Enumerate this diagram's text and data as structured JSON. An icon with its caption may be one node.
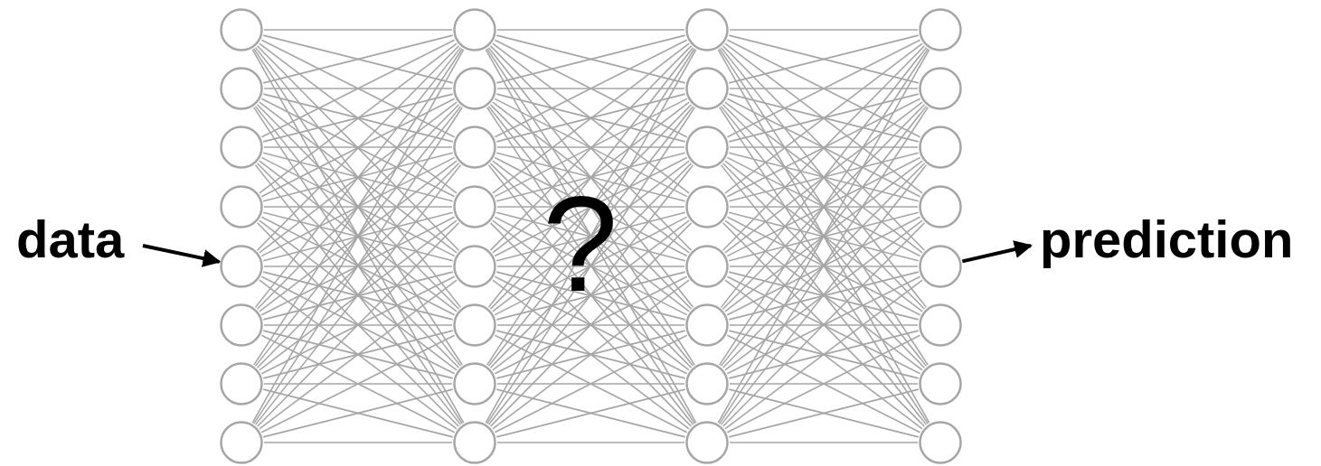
{
  "diagram": {
    "nodes": [
      {
        "text": [
          "data"
        ]
      },
      {
        "text": [],
        "shape": "circle"
      },
      {
        "text": [],
        "shape": "circle"
      },
      {
        "text": [],
        "shape": "circle"
      },
      {
        "text": [],
        "shape": "circle"
      },
      {
        "text": [],
        "shape": "circle"
      },
      {
        "text": [],
        "shape": "circle"
      },
      {
        "text": [],
        "shape": "circle"
      },
      {
        "text": [],
        "shape": "circle"
      },
      {
        "text": [],
        "shape": "circle"
      },
      {
        "text": [],
        "shape": "circle"
      },
      {
        "text": [],
        "shape": "circle"
      },
      {
        "text": [],
        "shape": "circle"
      },
      {
        "text": [],
        "shape": "circle"
      },
      {
        "text": [],
        "shape": "circle"
      },
      {
        "text": [],
        "shape": "circle"
      },
      {
        "text": [],
        "shape": "circle"
      },
      {
        "text": [],
        "shape": "circle"
      },
      {
        "text": [],
        "shape": "circle"
      },
      {
        "text": [],
        "shape": "circle"
      },
      {
        "text": [],
        "shape": "circle"
      },
      {
        "text": [],
        "shape": "circle"
      },
      {
        "text": [],
        "shape": "circle"
      },
      {
        "text": [],
        "shape": "circle"
      },
      {
        "text": [],
        "shape": "circle"
      },
      {
        "text": [],
        "shape": "circle"
      },
      {
        "text": [],
        "shape": "circle"
      },
      {
        "text": [],
        "shape": "circle"
      },
      {
        "text": [],
        "shape": "circle"
      },
      {
        "text": [],
        "shape": "circle"
      },
      {
        "text": [],
        "shape": "circle"
      },
      {
        "text": [],
        "shape": "circle"
      },
      {
        "text": [],
        "shape": "circle"
      },
      {
        "text": [
          "prediction"
        ]
      }
    ],
    "edges": [
      {
        "from": 0,
        "to": 5,
        "arrow": "to",
        "style": "thick",
        "color": "#000000"
      },
      {
        "from": 1,
        "to": 9,
        "arrow": "none"
      },
      {
        "from": 1,
        "to": 10,
        "arrow": "none"
      },
      {
        "from": 1,
        "to": 11,
        "arrow": "none"
      },
      {
        "from": 1,
        "to": 12,
        "arrow": "none"
      },
      {
        "from": 1,
        "to": 13,
        "arrow": "none"
      },
      {
        "from": 1,
        "to": 14,
        "arrow": "none"
      },
      {
        "from": 1,
        "to": 15,
        "arrow": "none"
      },
      {
        "from": 1,
        "to": 16,
        "arrow": "none"
      },
      {
        "from": 2,
        "to": 9,
        "arrow": "none"
      },
      {
        "from": 2,
        "to": 10,
        "arrow": "none"
      },
      {
        "from": 2,
        "to": 11,
        "arrow": "none"
      },
      {
        "from": 2,
        "to": 12,
        "arrow": "none"
      },
      {
        "from": 2,
        "to": 13,
        "arrow": "none"
      },
      {
        "from": 2,
        "to": 14,
        "arrow": "none"
      },
      {
        "from": 2,
        "to": 15,
        "arrow": "none"
      },
      {
        "from": 2,
        "to": 16,
        "arrow": "none"
      },
      {
        "from": 3,
        "to": 9,
        "arrow": "none"
      },
      {
        "from": 3,
        "to": 10,
        "arrow": "none"
      },
      {
        "from": 3,
        "to": 11,
        "arrow": "none"
      },
      {
        "from": 3,
        "to": 12,
        "arrow": "none"
      },
      {
        "from": 3,
        "to": 13,
        "arrow": "none"
      },
      {
        "from": 3,
        "to": 14,
        "arrow": "none"
      },
      {
        "from": 3,
        "to": 15,
        "arrow": "none"
      },
      {
        "from": 3,
        "to": 16,
        "arrow": "none"
      },
      {
        "from": 4,
        "to": 9,
        "arrow": "none"
      },
      {
        "from": 4,
        "to": 10,
        "arrow": "none"
      },
      {
        "from": 4,
        "to": 11,
        "arrow": "none"
      },
      {
        "from": 4,
        "to": 12,
        "arrow": "none"
      },
      {
        "from": 4,
        "to": 13,
        "arrow": "none"
      },
      {
        "from": 4,
        "to": 14,
        "arrow": "none"
      },
      {
        "from": 4,
        "to": 15,
        "arrow": "none"
      },
      {
        "from": 4,
        "to": 16,
        "arrow": "none"
      },
      {
        "from": 5,
        "to": 9,
        "arrow": "none"
      },
      {
        "from": 5,
        "to": 10,
        "arrow": "none"
      },
      {
        "from": 5,
        "to": 11,
        "arrow": "none"
      },
      {
        "from": 5,
        "to": 12,
        "arrow": "none"
      },
      {
        "from": 5,
        "to": 13,
        "arrow": "none"
      },
      {
        "from": 5,
        "to": 14,
        "arrow": "none"
      },
      {
        "from": 5,
        "to": 15,
        "arrow": "none"
      },
      {
        "from": 5,
        "to": 16,
        "arrow": "none"
      },
      {
        "from": 6,
        "to": 9,
        "arrow": "none"
      },
      {
        "from": 6,
        "to": 10,
        "arrow": "none"
      },
      {
        "from": 6,
        "to": 11,
        "arrow": "none"
      },
      {
        "from": 6,
        "to": 12,
        "arrow": "none"
      },
      {
        "from": 6,
        "to": 13,
        "arrow": "none"
      },
      {
        "from": 6,
        "to": 14,
        "arrow": "none"
      },
      {
        "from": 6,
        "to": 15,
        "arrow": "none"
      },
      {
        "from": 6,
        "to": 16,
        "arrow": "none"
      },
      {
        "from": 7,
        "to": 9,
        "arrow": "none"
      },
      {
        "from": 7,
        "to": 10,
        "arrow": "none"
      },
      {
        "from": 7,
        "to": 11,
        "arrow": "none"
      },
      {
        "from": 7,
        "to": 12,
        "arrow": "none"
      },
      {
        "from": 7,
        "to": 13,
        "arrow": "none"
      },
      {
        "from": 7,
        "to": 14,
        "arrow": "none"
      },
      {
        "from": 7,
        "to": 15,
        "arrow": "none"
      },
      {
        "from": 7,
        "to": 16,
        "arrow": "none"
      },
      {
        "from": 8,
        "to": 9,
        "arrow": "none"
      },
      {
        "from": 8,
        "to": 10,
        "arrow": "none"
      },
      {
        "from": 8,
        "to": 11,
        "arrow": "none"
      },
      {
        "from": 8,
        "to": 12,
        "arrow": "none"
      },
      {
        "from": 8,
        "to": 13,
        "arrow": "none"
      },
      {
        "from": 8,
        "to": 14,
        "arrow": "none"
      },
      {
        "from": 8,
        "to": 15,
        "arrow": "none"
      },
      {
        "from": 8,
        "to": 16,
        "arrow": "none"
      },
      {
        "from": 9,
        "to": 17,
        "arrow": "none"
      },
      {
        "from": 9,
        "to": 18,
        "arrow": "none"
      },
      {
        "from": 9,
        "to": 19,
        "arrow": "none"
      },
      {
        "from": 9,
        "to": 20,
        "arrow": "none"
      },
      {
        "from": 9,
        "to": 21,
        "arrow": "none"
      },
      {
        "from": 9,
        "to": 22,
        "arrow": "none"
      },
      {
        "from": 9,
        "to": 23,
        "arrow": "none"
      },
      {
        "from": 9,
        "to": 24,
        "arrow": "none"
      },
      {
        "from": 10,
        "to": 17,
        "arrow": "none"
      },
      {
        "from": 10,
        "to": 18,
        "arrow": "none"
      },
      {
        "from": 10,
        "to": 19,
        "arrow": "none"
      },
      {
        "from": 10,
        "to": 20,
        "arrow": "none"
      },
      {
        "from": 10,
        "to": 21,
        "arrow": "none"
      },
      {
        "from": 10,
        "to": 22,
        "arrow": "none"
      },
      {
        "from": 10,
        "to": 23,
        "arrow": "none"
      },
      {
        "from": 10,
        "to": 24,
        "arrow": "none"
      },
      {
        "from": 11,
        "to": 17,
        "arrow": "none"
      },
      {
        "from": 11,
        "to": 18,
        "arrow": "none"
      },
      {
        "from": 11,
        "to": 19,
        "arrow": "none"
      },
      {
        "from": 11,
        "to": 20,
        "arrow": "none"
      },
      {
        "from": 11,
        "to": 21,
        "arrow": "none"
      },
      {
        "from": 11,
        "to": 22,
        "arrow": "none"
      },
      {
        "from": 11,
        "to": 23,
        "arrow": "none"
      },
      {
        "from": 11,
        "to": 24,
        "arrow": "none"
      },
      {
        "from": 12,
        "to": 17,
        "arrow": "none"
      },
      {
        "from": 12,
        "to": 18,
        "arrow": "none"
      },
      {
        "from": 12,
        "to": 19,
        "arrow": "none"
      },
      {
        "from": 12,
        "to": 20,
        "arrow": "none"
      },
      {
        "from": 12,
        "to": 21,
        "arrow": "none"
      },
      {
        "from": 12,
        "to": 22,
        "arrow": "none"
      },
      {
        "from": 12,
        "to": 23,
        "arrow": "none"
      },
      {
        "from": 12,
        "to": 24,
        "arrow": "none"
      },
      {
        "from": 13,
        "to": 17,
        "arrow": "none"
      },
      {
        "from": 13,
        "to": 18,
        "arrow": "none"
      },
      {
        "from": 13,
        "to": 19,
        "arrow": "none"
      },
      {
        "from": 13,
        "to": 20,
        "arrow": "none"
      },
      {
        "from": 13,
        "to": 21,
        "arrow": "none"
      },
      {
        "from": 13,
        "to": 22,
        "arrow": "none"
      },
      {
        "from": 13,
        "to": 23,
        "arrow": "none"
      },
      {
        "from": 13,
        "to": 24,
        "arrow": "none"
      },
      {
        "from": 14,
        "to": 17,
        "arrow": "none"
      },
      {
        "from": 14,
        "to": 18,
        "arrow": "none"
      },
      {
        "from": 14,
        "to": 19,
        "arrow": "none"
      },
      {
        "from": 14,
        "to": 20,
        "arrow": "none"
      },
      {
        "from": 14,
        "to": 21,
        "arrow": "none"
      },
      {
        "from": 14,
        "to": 22,
        "arrow": "none"
      },
      {
        "from": 14,
        "to": 23,
        "arrow": "none"
      },
      {
        "from": 14,
        "to": 24,
        "arrow": "none"
      },
      {
        "from": 15,
        "to": 17,
        "arrow": "none"
      },
      {
        "from": 15,
        "to": 18,
        "arrow": "none"
      },
      {
        "from": 15,
        "to": 19,
        "arrow": "none"
      },
      {
        "from": 15,
        "to": 20,
        "arrow": "none"
      },
      {
        "from": 15,
        "to": 21,
        "arrow": "none"
      },
      {
        "from": 15,
        "to": 22,
        "arrow": "none"
      },
      {
        "from": 15,
        "to": 23,
        "arrow": "none"
      },
      {
        "from": 15,
        "to": 24,
        "arrow": "none"
      },
      {
        "from": 16,
        "to": 17,
        "arrow": "none"
      },
      {
        "from": 16,
        "to": 18,
        "arrow": "none"
      },
      {
        "from": 16,
        "to": 19,
        "arrow": "none"
      },
      {
        "from": 16,
        "to": 20,
        "arrow": "none"
      },
      {
        "from": 16,
        "to": 21,
        "arrow": "none"
      },
      {
        "from": 16,
        "to": 22,
        "arrow": "none"
      },
      {
        "from": 16,
        "to": 23,
        "arrow": "none"
      },
      {
        "from": 16,
        "to": 24,
        "arrow": "none"
      },
      {
        "from": 17,
        "to": 25,
        "arrow": "none"
      },
      {
        "from": 17,
        "to": 26,
        "arrow": "none"
      },
      {
        "from": 17,
        "to": 27,
        "arrow": "none"
      },
      {
        "from": 17,
        "to": 28,
        "arrow": "none"
      },
      {
        "from": 17,
        "to": 29,
        "arrow": "none"
      },
      {
        "from": 17,
        "to": 30,
        "arrow": "none"
      },
      {
        "from": 17,
        "to": 31,
        "arrow": "none"
      },
      {
        "from": 17,
        "to": 32,
        "arrow": "none"
      },
      {
        "from": 18,
        "to": 25,
        "arrow": "none"
      },
      {
        "from": 18,
        "to": 26,
        "arrow": "none"
      },
      {
        "from": 18,
        "to": 27,
        "arrow": "none"
      },
      {
        "from": 18,
        "to": 28,
        "arrow": "none"
      },
      {
        "from": 18,
        "to": 29,
        "arrow": "none"
      },
      {
        "from": 18,
        "to": 30,
        "arrow": "none"
      },
      {
        "from": 18,
        "to": 31,
        "arrow": "none"
      },
      {
        "from": 18,
        "to": 32,
        "arrow": "none"
      },
      {
        "from": 19,
        "to": 25,
        "arrow": "none"
      },
      {
        "from": 19,
        "to": 26,
        "arrow": "none"
      },
      {
        "from": 19,
        "to": 27,
        "arrow": "none"
      },
      {
        "from": 19,
        "to": 28,
        "arrow": "none"
      },
      {
        "from": 19,
        "to": 29,
        "arrow": "none"
      },
      {
        "from": 19,
        "to": 30,
        "arrow": "none"
      },
      {
        "from": 19,
        "to": 31,
        "arrow": "none"
      },
      {
        "from": 19,
        "to": 32,
        "arrow": "none"
      },
      {
        "from": 20,
        "to": 25,
        "arrow": "none"
      },
      {
        "from": 20,
        "to": 26,
        "arrow": "none"
      },
      {
        "from": 20,
        "to": 27,
        "arrow": "none"
      },
      {
        "from": 20,
        "to": 28,
        "arrow": "none"
      },
      {
        "from": 20,
        "to": 29,
        "arrow": "none"
      },
      {
        "from": 20,
        "to": 30,
        "arrow": "none"
      },
      {
        "from": 20,
        "to": 31,
        "arrow": "none"
      },
      {
        "from": 20,
        "to": 32,
        "arrow": "none"
      },
      {
        "from": 21,
        "to": 25,
        "arrow": "none"
      },
      {
        "from": 21,
        "to": 26,
        "arrow": "none"
      },
      {
        "from": 21,
        "to": 27,
        "arrow": "none"
      },
      {
        "from": 21,
        "to": 28,
        "arrow": "none"
      },
      {
        "from": 21,
        "to": 29,
        "arrow": "none"
      },
      {
        "from": 21,
        "to": 30,
        "arrow": "none"
      },
      {
        "from": 21,
        "to": 31,
        "arrow": "none"
      },
      {
        "from": 21,
        "to": 32,
        "arrow": "none"
      },
      {
        "from": 22,
        "to": 25,
        "arrow": "none"
      },
      {
        "from": 22,
        "to": 26,
        "arrow": "none"
      },
      {
        "from": 22,
        "to": 27,
        "arrow": "none"
      },
      {
        "from": 22,
        "to": 28,
        "arrow": "none"
      },
      {
        "from": 22,
        "to": 29,
        "arrow": "none"
      },
      {
        "from": 22,
        "to": 30,
        "arrow": "none"
      },
      {
        "from": 22,
        "to": 31,
        "arrow": "none"
      },
      {
        "from": 22,
        "to": 32,
        "arrow": "none"
      },
      {
        "from": 23,
        "to": 25,
        "arrow": "none"
      },
      {
        "from": 23,
        "to": 26,
        "arrow": "none"
      },
      {
        "from": 23,
        "to": 27,
        "arrow": "none"
      },
      {
        "from": 23,
        "to": 28,
        "arrow": "none"
      },
      {
        "from": 23,
        "to": 29,
        "arrow": "none"
      },
      {
        "from": 23,
        "to": 30,
        "arrow": "none"
      },
      {
        "from": 23,
        "to": 31,
        "arrow": "none"
      },
      {
        "from": 23,
        "to": 32,
        "arrow": "none"
      },
      {
        "from": 24,
        "to": 25,
        "arrow": "none"
      },
      {
        "from": 24,
        "to": 26,
        "arrow": "none"
      },
      {
        "from": 24,
        "to": 27,
        "arrow": "none"
      },
      {
        "from": 24,
        "to": 28,
        "arrow": "none"
      },
      {
        "from": 24,
        "to": 29,
        "arrow": "none"
      },
      {
        "from": 24,
        "to": 30,
        "arrow": "none"
      },
      {
        "from": 24,
        "to": 31,
        "arrow": "none"
      },
      {
        "from": 24,
        "to": 32,
        "arrow": "none"
      },
      {
        "from": 29,
        "to": 33,
        "arrow": "to",
        "style": "thick",
        "color": "#000000"
      }
    ],
    "labels": [
      "?"
    ]
  }
}
